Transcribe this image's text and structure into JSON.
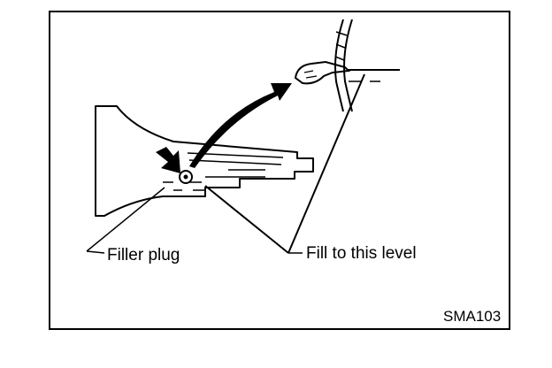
{
  "labels": {
    "filler_plug": "Filler plug",
    "fill_level": "Fill to this level"
  },
  "figure_code": "SMA103",
  "colors": {
    "ink": "#000000",
    "paper": "#ffffff"
  }
}
